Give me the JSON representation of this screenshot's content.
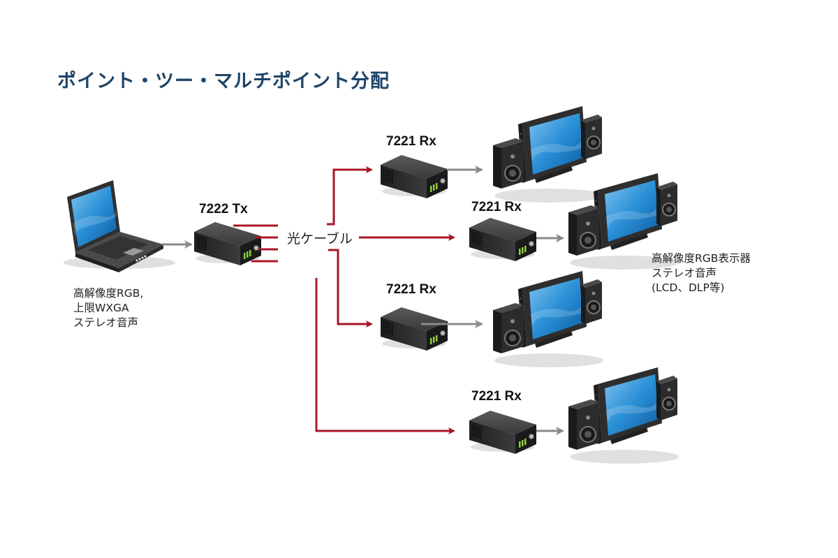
{
  "title": "ポイント・ツー・マルチポイント分配",
  "source": {
    "description": [
      "高解像度RGB,",
      "上限WXGA",
      "ステレオ音声"
    ]
  },
  "transmitter": {
    "label": "7222 Tx"
  },
  "cable_label": "光ケーブル",
  "receivers": [
    {
      "label": "7221 Rx"
    },
    {
      "label": "7221 Rx"
    },
    {
      "label": "7221 Rx"
    },
    {
      "label": "7221 Rx"
    }
  ],
  "display_description": [
    "高解像度RGB表示器",
    "ステレオ音声",
    "(LCD、DLP等)"
  ],
  "colors": {
    "title": "#1d4468",
    "fiber": "#a8162a",
    "signal": "#8a8a8a",
    "screen": "#2a8fd6",
    "device": "#2b2b2b",
    "led": "#8ccc3a"
  }
}
